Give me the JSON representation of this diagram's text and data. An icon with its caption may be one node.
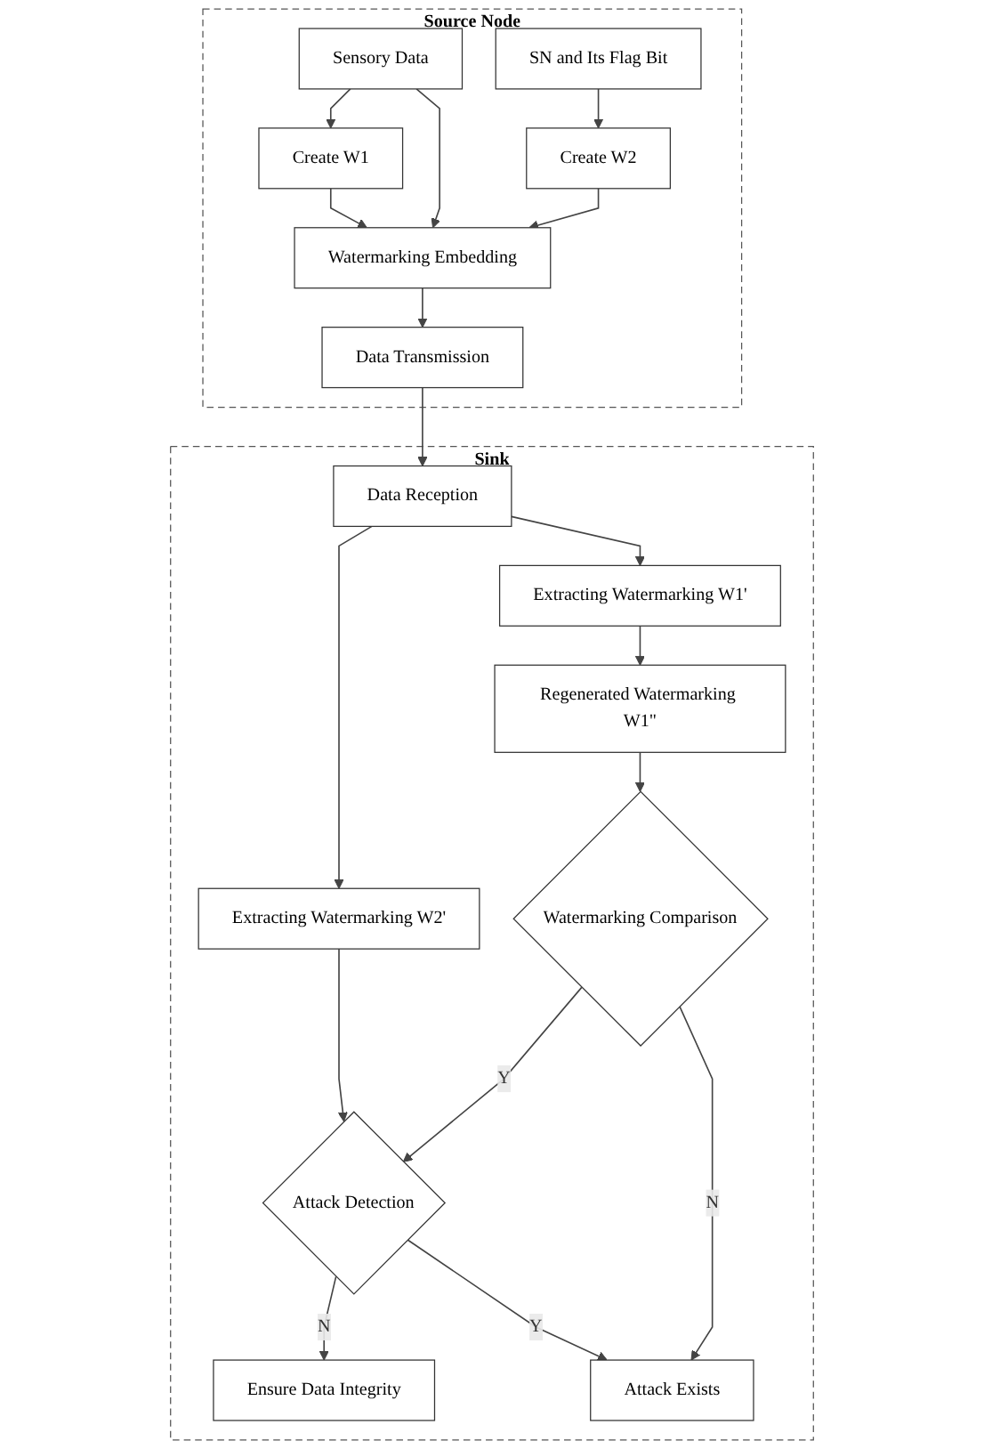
{
  "diagram": {
    "nodes": [
      {
        "text": [
          "Source Node"
        ]
      },
      {
        "text": [
          "SN and Its Flag Bit"
        ],
        "in": 0
      },
      {
        "text": [
          "Sensory Data"
        ],
        "in": 0
      },
      {
        "text": [
          "Create W2"
        ],
        "in": 0
      },
      {
        "text": [
          "Create W1"
        ],
        "in": 0
      },
      {
        "text": [
          "Watermarking Embedding"
        ],
        "in": 0
      },
      {
        "text": [
          "Data Transmission"
        ],
        "in": 0
      },
      {
        "text": [
          "Sink"
        ]
      },
      {
        "text": [
          "Data Reception"
        ],
        "in": 7
      },
      {
        "text": [
          "Extracting Watermarking W1'"
        ],
        "in": 7
      },
      {
        "text": [
          "Extracting Watermarking W2'"
        ],
        "in": 7
      },
      {
        "text": [
          "Regenerated Watermarking W1\""
        ],
        "in": 7
      },
      {
        "text": [
          "Watermarking Comparison"
        ],
        "in": 7
      },
      {
        "text": [
          "Attack Detection"
        ],
        "in": 7
      },
      {
        "text": [
          "Ensure Data Integrity"
        ],
        "in": 7
      },
      {
        "text": [
          "Attack Exists"
        ],
        "in": 7
      }
    ],
    "edges": [
      {
        "from": 1,
        "to": 3,
        "arrow": "to"
      },
      {
        "from": 3,
        "to": 5,
        "arrow": "to"
      },
      {
        "from": 2,
        "to": 5,
        "arrow": "to"
      },
      {
        "from": 2,
        "to": 4,
        "arrow": "to"
      },
      {
        "from": 4,
        "to": 5,
        "arrow": "to"
      },
      {
        "from": 5,
        "to": 6,
        "arrow": "to"
      },
      {
        "from": 6,
        "to": 8,
        "arrow": "to"
      },
      {
        "from": 8,
        "to": 9,
        "arrow": "to"
      },
      {
        "from": 8,
        "to": 10,
        "arrow": "to"
      },
      {
        "from": 9,
        "to": 11,
        "arrow": "to"
      },
      {
        "from": 11,
        "to": 12,
        "arrow": "to"
      },
      {
        "from": 12,
        "to": 13,
        "arrow": "to",
        "label": "Y"
      },
      {
        "from": 10,
        "to": 13,
        "arrow": "to"
      },
      {
        "from": 12,
        "to": 15,
        "arrow": "to",
        "label": "N"
      },
      {
        "from": 13,
        "to": 15,
        "arrow": "to",
        "label": "Y"
      },
      {
        "from": 13,
        "to": 14,
        "arrow": "to",
        "label": "N"
      }
    ]
  }
}
